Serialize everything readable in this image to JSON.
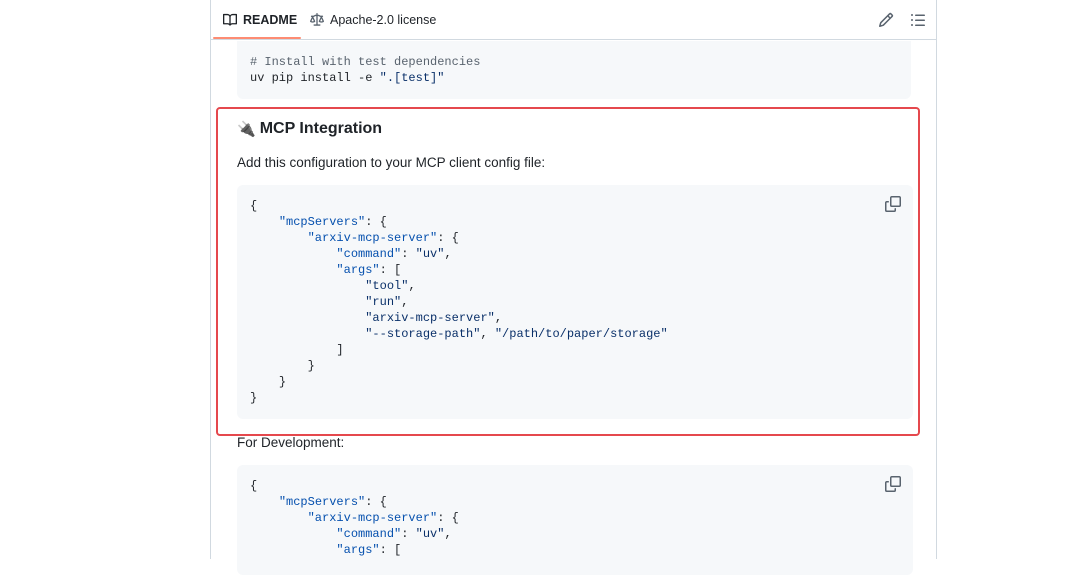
{
  "tabs": {
    "readme_label": "README",
    "license_label": "Apache-2.0 license"
  },
  "top_code": {
    "comment": "# Install with test dependencies",
    "command_prefix": "uv pip install -e ",
    "command_arg": "\".[test]\""
  },
  "section": {
    "emoji": "🔌",
    "title": "MCP Integration",
    "intro": "Add this configuration to your MCP client config file:",
    "dev_label": "For Development:"
  },
  "config_block": {
    "open_brace": "{",
    "servers_key": "\"mcpServers\"",
    "server_key": "\"arxiv-mcp-server\"",
    "command_key": "\"command\"",
    "command_value": "\"uv\"",
    "args_key": "\"args\"",
    "arg1": "\"tool\"",
    "arg2": "\"run\"",
    "arg3": "\"arxiv-mcp-server\"",
    "arg4": "\"--storage-path\"",
    "arg5": "\"/path/to/paper/storage\"",
    "close_bracket": "]",
    "close_brace": "}"
  },
  "dev_block": {
    "open_brace": "{",
    "servers_key": "\"mcpServers\"",
    "server_key": "\"arxiv-mcp-server\"",
    "command_key": "\"command\"",
    "command_value": "\"uv\"",
    "args_key": "\"args\""
  },
  "colors": {
    "highlight": "#e5484d",
    "code_bg": "#f6f8fa",
    "string": "#0a3069",
    "key": "#0550ae"
  }
}
